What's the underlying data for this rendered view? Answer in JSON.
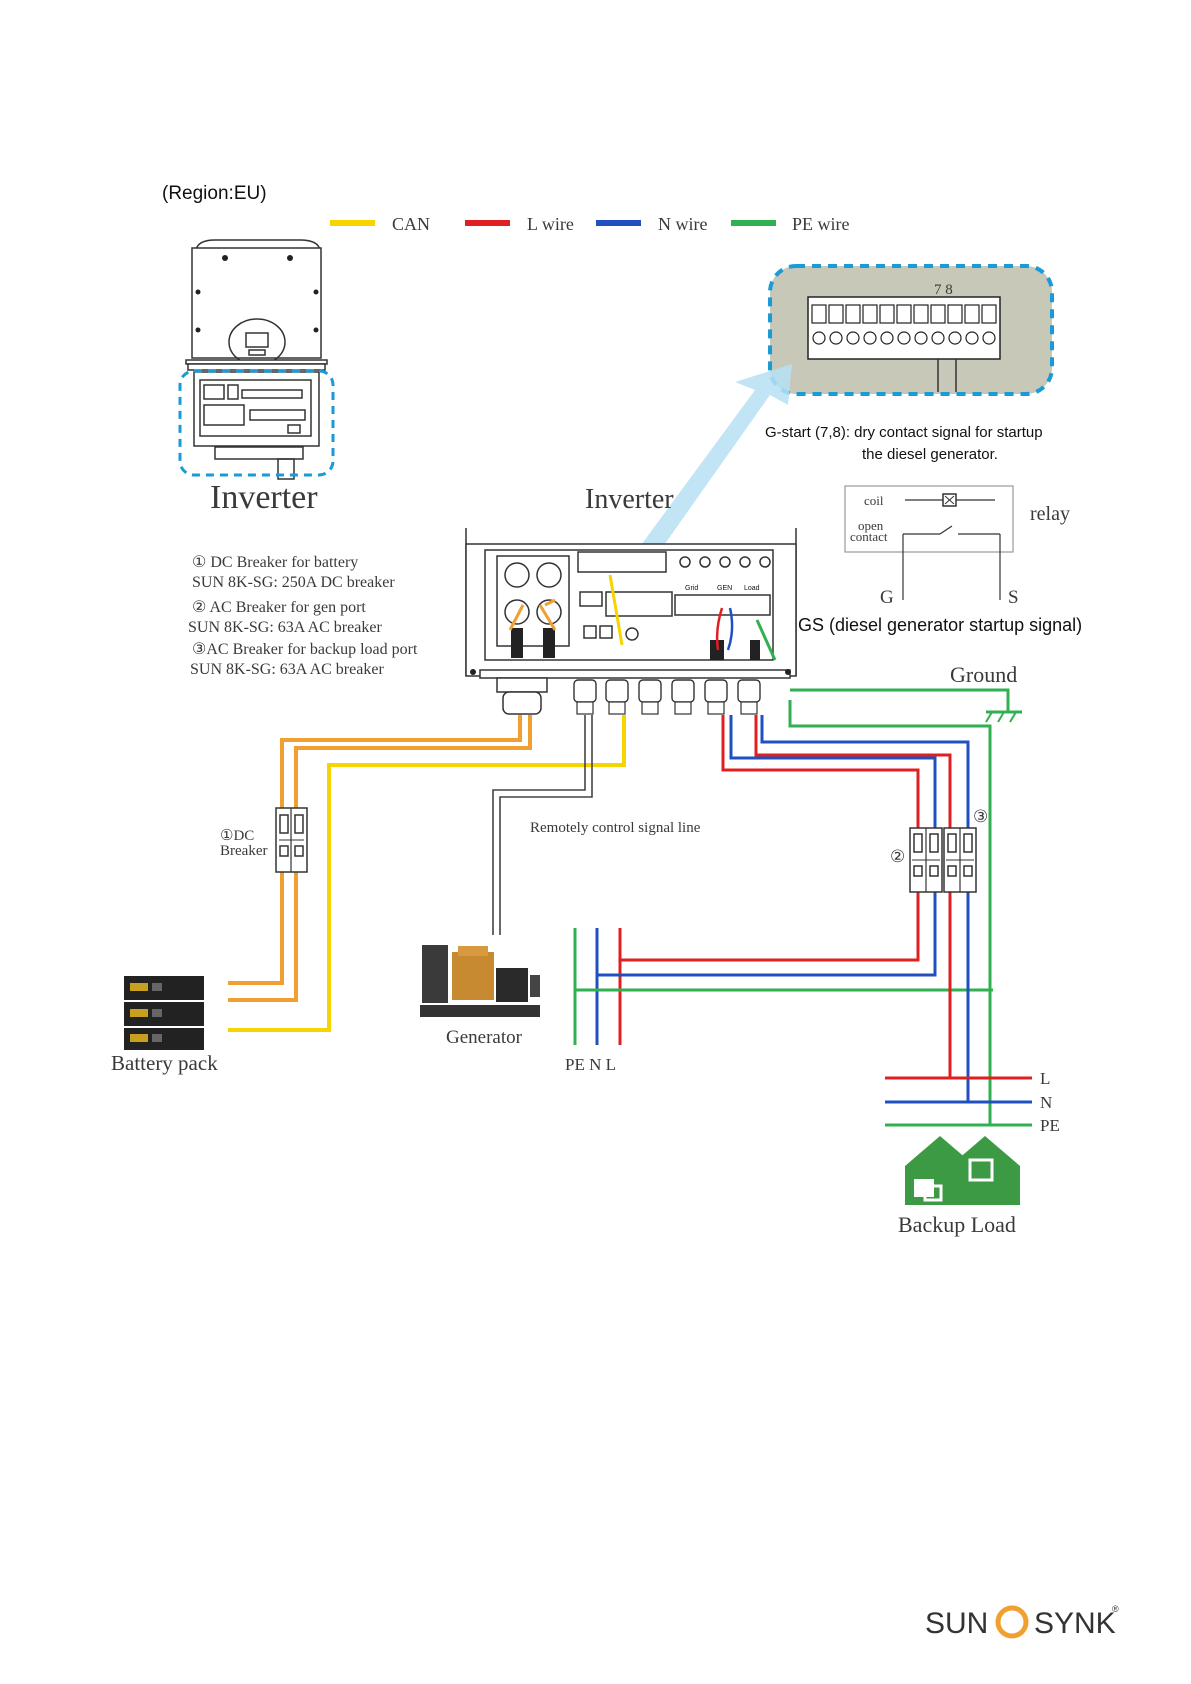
{
  "region": "(Region:EU)",
  "legend": [
    {
      "label": "CAN",
      "color": "#f5d400"
    },
    {
      "label": "L wire",
      "color": "#e02020"
    },
    {
      "label": "N wire",
      "color": "#2050c0"
    },
    {
      "label": "PE wire",
      "color": "#30b050"
    }
  ],
  "colors": {
    "can": "#f5d400",
    "l": "#e02020",
    "n": "#2050c0",
    "pe": "#30b050",
    "battery_cable": "#f0a030",
    "signal": "#444444",
    "callout": "#1a9ad6",
    "terminal_bg": "#c8c8b8",
    "house": "#3c9a45"
  },
  "inverter_left_label": "Inverter",
  "inverter_center_label": "Inverter",
  "breaker_notes": [
    {
      "title": "①  DC Breaker for battery",
      "detail": "SUN 8K-SG: 250A DC breaker"
    },
    {
      "title": "② AC Breaker for gen port",
      "detail": "SUN 8K-SG: 63A AC breaker"
    },
    {
      "title": "③AC Breaker for backup load port",
      "detail": "SUN 8K-SG: 63A AC breaker"
    }
  ],
  "terminal": {
    "pin_label": "7  8"
  },
  "gstart_note": {
    "line1": "G-start (7,8): dry contact signal for startup",
    "line2": "the diesel generator."
  },
  "relay": {
    "title": "relay",
    "coil": "coil",
    "open": "open",
    "contact": "contact",
    "g": "G",
    "s": "S",
    "caption": "GS (diesel generator startup signal)"
  },
  "ground_label": "Ground",
  "port_labels": {
    "grid": "Grid",
    "gen": "GEN",
    "load": "Load"
  },
  "dc_breaker": {
    "line1": "①DC",
    "line2": "Breaker"
  },
  "breaker_marks": {
    "gen": "②",
    "load": "③"
  },
  "signal_line_label": "Remotely control signal line",
  "battery_label": "Battery pack",
  "generator_label": "Generator",
  "gen_terminals": "PE N  L",
  "load_lines": {
    "l": "L",
    "n": "N",
    "pe": "PE"
  },
  "backup_load_label": "Backup Load",
  "brand": {
    "left": "SUN",
    "right": "SYNK",
    "mark": "®"
  }
}
